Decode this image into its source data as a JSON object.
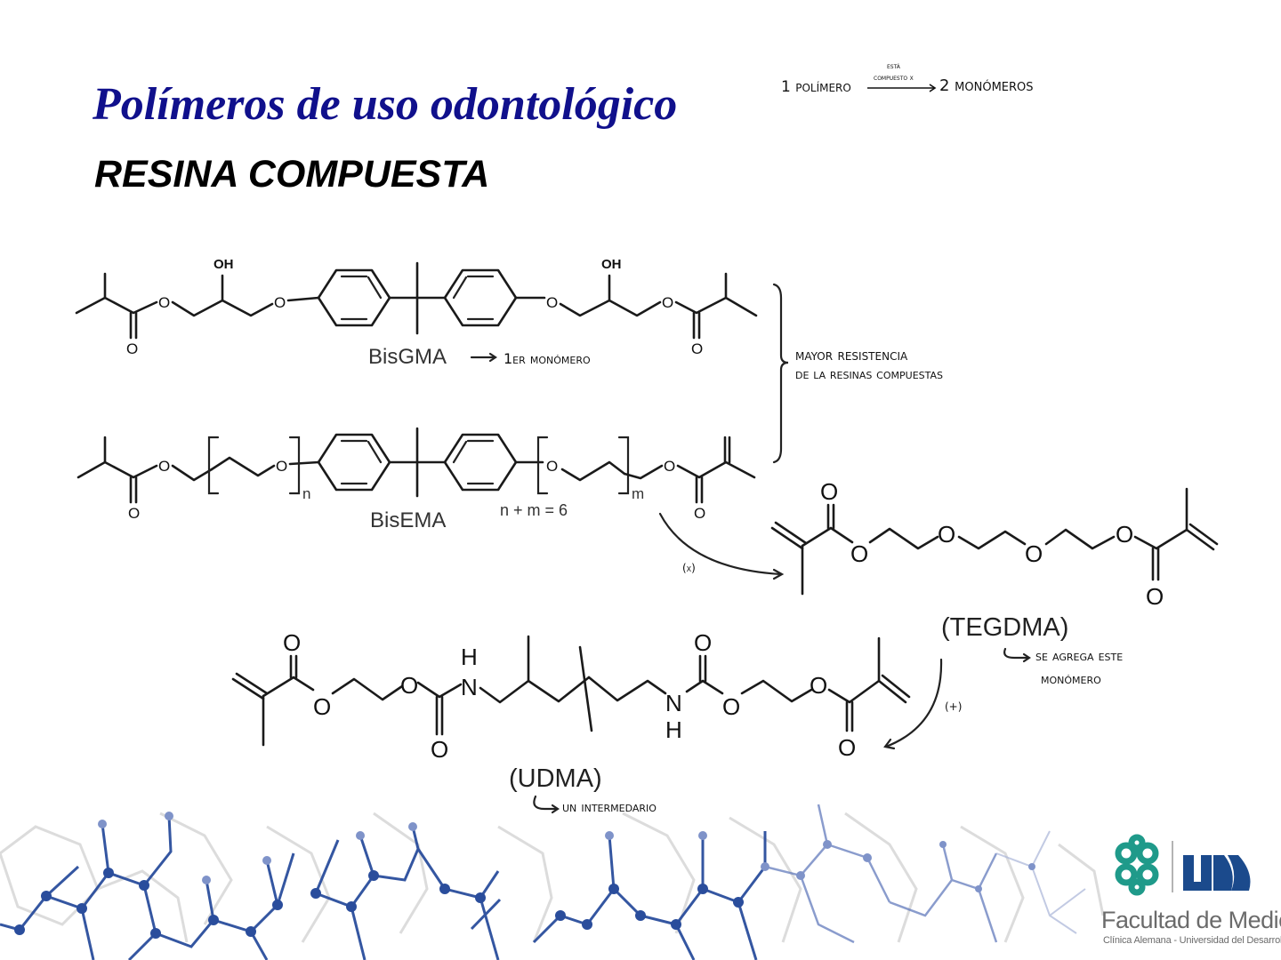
{
  "slide": {
    "title": "Polímeros de uso odontológico",
    "subtitle": "RESINA COMPUESTA"
  },
  "annotations": {
    "top_note": {
      "left": "1 polímero",
      "arrow_label_top": "está",
      "arrow_label_bottom": "compuesto x",
      "right": "2 monómeros"
    },
    "bisgma_note": "1er monómero",
    "brace_note_line1": "mayor resistencia",
    "brace_note_line2": "de la resinas compuestas",
    "x_mark": "(x)",
    "plus_mark": "(+)",
    "tegdma_note_line1": "se agrega este",
    "tegdma_note_line2": "monómero",
    "udma_note": "un intermedario"
  },
  "molecules": {
    "bisgma": {
      "name": "BisGMA",
      "oh_left": "OH",
      "oh_right": "OH",
      "o_atom": "O"
    },
    "bisema": {
      "name": "BisEMA",
      "subscript_n": "n",
      "subscript_m": "m",
      "formula": "n + m = 6",
      "o_atom": "O"
    },
    "tegdma": {
      "name": "(TEGDMA)",
      "o_atom": "O"
    },
    "udma": {
      "name": "(UDMA)",
      "o_atom": "O",
      "n_atom": "N",
      "h_atom": "H"
    }
  },
  "logo": {
    "faculty": "Facultad de Medicina",
    "institution": "Clínica Alemana - Universidad del Desarrollo",
    "udd_mark": "UDD",
    "colors": {
      "teal": "#1f9a8a",
      "navy": "#1b4a8c",
      "gray": "#6b6b6b"
    }
  },
  "colors": {
    "title": "#10108c",
    "hex_pattern_dark": "#23479a",
    "hex_pattern_light": "#d8d8d8"
  }
}
